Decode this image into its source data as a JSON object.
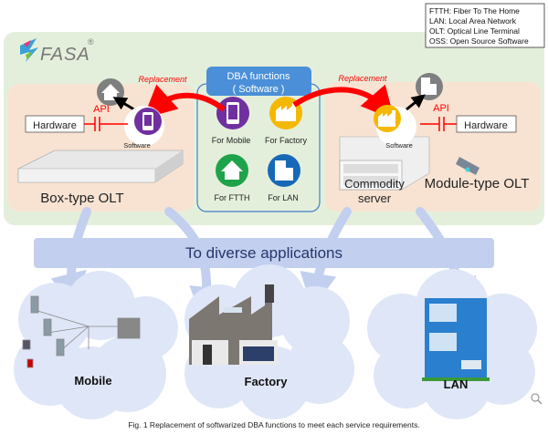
{
  "legend": [
    "FTTH: Fiber To The Home",
    "LAN: Local Area Network",
    "OLT: Optical Line Terminal",
    "OSS: Open Source Software"
  ],
  "logo": {
    "text": "FASA",
    "mark": "®"
  },
  "dba": {
    "title_line1": "DBA functions",
    "title_line2": "( Software )",
    "items": [
      {
        "label": "For Mobile",
        "icon": "smartphone-icon",
        "color": "#7030a0"
      },
      {
        "label": "For Factory",
        "icon": "factory-icon",
        "color": "#f5b800"
      },
      {
        "label": "For FTTH",
        "icon": "house-icon",
        "color": "#1fa34a"
      },
      {
        "label": "For LAN",
        "icon": "building-icon",
        "color": "#1769b8"
      }
    ]
  },
  "left": {
    "replacement": "Replacement",
    "api": "API",
    "hardware": "Hardware",
    "software": "Software",
    "device": "Box-type OLT"
  },
  "right": {
    "replacement": "Replacement",
    "api": "API",
    "hardware": "Hardware",
    "software": "Software",
    "server_line1": "Commodity",
    "server_line2": "server",
    "device": "Module-type OLT"
  },
  "band": "To diverse applications",
  "applications": [
    "Mobile",
    "Factory",
    "LAN"
  ],
  "caption": "Fig. 1 Replacement of softwarized DBA functions to meet each service requirements.",
  "colors": {
    "panel": "#e4efdb",
    "peach": "#f8e3d2",
    "accent_red": "#ff0000",
    "band": "#c2cfef",
    "cloud": "#dfe6f7"
  }
}
